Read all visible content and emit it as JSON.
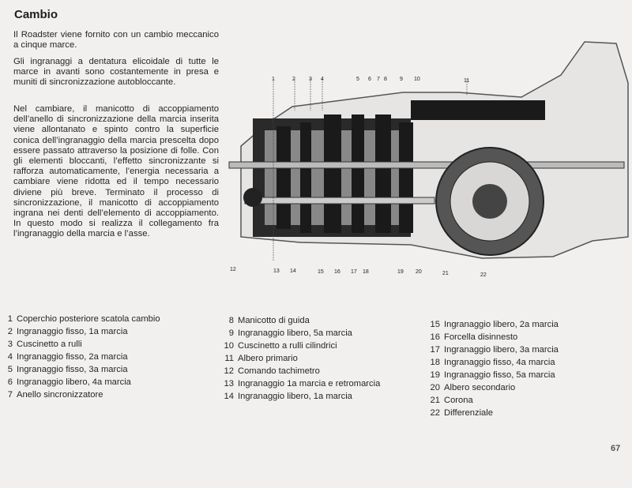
{
  "title": "Cambio",
  "paragraphs": [
    "Il Roadster viene fornito con un cambio meccanico a cinque marce.",
    "Gli ingranaggi a dentatura elicoidale di tutte le marce in avanti sono costantemente in presa e muniti di sincronizzazione autobloccante.",
    "Nel cambiare, il manicotto di accoppiamento dell’anello di sincronizzazione della marcia inserita viene allontanato e spinto contro la superficie conica dell’ingranaggio della marcia prescelta dopo essere passato attraverso la posizione di folle. Con gli elementi bloccanti, l’effetto sincronizzante si rafforza automaticamente, l’energia necessaria a cambiare viene ridotta ed il tempo necessario diviene più breve. Terminato il processo di sincronizzazione, il manicotto di accoppiamento ingrana nei denti dell’elemento di accoppiamento. In questo modo si realizza il collegamento fra l’ingranaggio della marcia e l’asse."
  ],
  "callouts_top": [
    "1",
    "2",
    "3",
    "4",
    "5",
    "6",
    "7",
    "8",
    "9",
    "10",
    "11"
  ],
  "callouts_bottom": [
    "12",
    "13",
    "14",
    "15",
    "16",
    "17",
    "18",
    "19",
    "20",
    "21",
    "22"
  ],
  "legend": [
    {
      "n": "1",
      "t": "Coperchio posteriore scatola cambio"
    },
    {
      "n": "2",
      "t": "Ingranaggio fisso, 1a marcia"
    },
    {
      "n": "3",
      "t": "Cuscinetto a rulli"
    },
    {
      "n": "4",
      "t": "Ingranaggio fisso,   2a marcia"
    },
    {
      "n": "5",
      "t": "Ingranaggio fisso,   3a marcia"
    },
    {
      "n": "6",
      "t": "Ingranaggio libero, 4a marcia"
    },
    {
      "n": "7",
      "t": "Anello sincronizzatore"
    },
    {
      "n": "8",
      "t": "Manicotto di guida"
    },
    {
      "n": "9",
      "t": "Ingranaggio libero, 5a marcia"
    },
    {
      "n": "10",
      "t": "Cuscinetto a rulli cilindrici"
    },
    {
      "n": "11",
      "t": "Albero primario"
    },
    {
      "n": "12",
      "t": "Comando tachimetro"
    },
    {
      "n": "13",
      "t": "Ingranaggio 1a marcia e retromarcia"
    },
    {
      "n": "14",
      "t": "Ingranaggio libero, 1a marcia"
    },
    {
      "n": "15",
      "t": "Ingranaggio libero, 2a marcia"
    },
    {
      "n": "16",
      "t": "Forcella disinnesto"
    },
    {
      "n": "17",
      "t": "Ingranaggio libero, 3a marcia"
    },
    {
      "n": "18",
      "t": "Ingranaggio fisso, 4a marcia"
    },
    {
      "n": "19",
      "t": "Ingranaggio fisso, 5a marcia"
    },
    {
      "n": "20",
      "t": "Albero secondario"
    },
    {
      "n": "21",
      "t": "Corona"
    },
    {
      "n": "22",
      "t": "Differenziale"
    }
  ],
  "page_number": "67"
}
